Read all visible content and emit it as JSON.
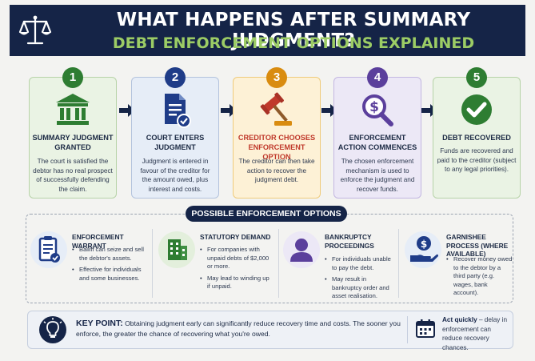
{
  "header": {
    "title": "WHAT HAPPENS AFTER SUMMARY JUDGMENT?",
    "subtitle": "DEBT ENFORCEMENT OPTIONS EXPLAINED",
    "icon": "scales-of-justice-icon"
  },
  "steps": [
    {
      "number": "1",
      "title": "SUMMARY JUDGMENT GRANTED",
      "description": "The court is satisfied the debtor has no real prospect of successfully defending the claim.",
      "icon": "courthouse-icon",
      "accent": "#2e7d32"
    },
    {
      "number": "2",
      "title": "COURT ENTERS JUDGMENT",
      "description": "Judgment is entered in favour of the creditor for the amount owed, plus interest and costs.",
      "icon": "document-check-icon",
      "accent": "#1f3c88"
    },
    {
      "number": "3",
      "title": "CREDITOR CHOOSES ENFORCEMENT OPTION",
      "description": "The creditor can then take action to recover the judgment debt.",
      "icon": "gavel-icon",
      "accent": "#d98c10"
    },
    {
      "number": "4",
      "title": "ENFORCEMENT ACTION COMMENCES",
      "description": "The chosen enforcement mechanism is used to enforce the judgment and recover funds.",
      "icon": "magnifier-dollar-icon",
      "accent": "#5b3f9c"
    },
    {
      "number": "5",
      "title": "DEBT RECOVERED",
      "description": "Funds are recovered and paid to the creditor (subject to any legal priorities).",
      "icon": "check-circle-icon",
      "accent": "#2e7d32"
    }
  ],
  "options_title": "POSSIBLE ENFORCEMENT OPTIONS",
  "options": [
    {
      "title": "ENFORCEMENT WARRANT",
      "bullets": [
        "Bailiff can seize and sell the debtor's assets.",
        "Effective for individuals and some businesses."
      ],
      "icon": "clipboard-check-icon",
      "accent": "#1f3c88"
    },
    {
      "title": "STATUTORY DEMAND",
      "bullets": [
        "For companies with unpaid debts of $2,000 or more.",
        "May lead to winding up if unpaid."
      ],
      "icon": "building-icon",
      "accent": "#2e7d32"
    },
    {
      "title": "BANKRUPTCY PROCEEDINGS",
      "bullets": [
        "For individuals unable to pay the debt.",
        "May result in bankruptcy order and asset realisation."
      ],
      "icon": "person-icon",
      "accent": "#5b3f9c"
    },
    {
      "title": "GARNISHEE PROCESS (WHERE AVAILABLE)",
      "bullets": [
        "Recover money owed to the debtor by a third party (e.g. wages, bank account)."
      ],
      "icon": "hand-dollar-icon",
      "accent": "#1f3c88"
    }
  ],
  "key_point": {
    "label": "KEY POINT:",
    "text": "Obtaining judgment early can significantly reduce recovery time and costs. The sooner you enforce, the greater the chance of recovering what you're owed.",
    "icon": "lightbulb-icon"
  },
  "act_quickly": {
    "label": "Act quickly",
    "text": "– delay in enforcement can reduce recovery chances.",
    "icon": "calendar-icon"
  }
}
